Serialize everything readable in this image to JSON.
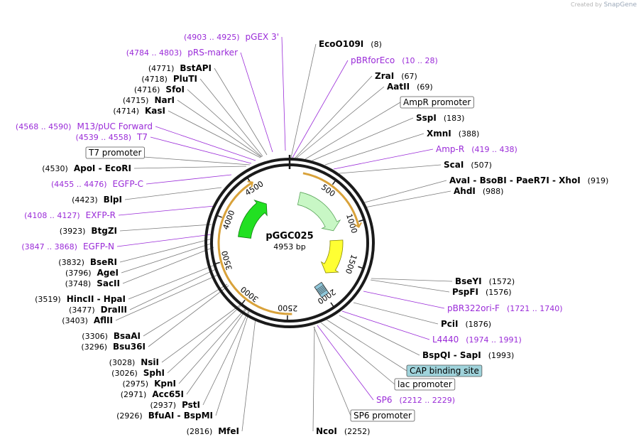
{
  "watermark": {
    "prefix": "Created by",
    "brand": "SnapGene"
  },
  "plasmid": {
    "name": "pGGC025",
    "length": 4953,
    "length_label": "4953 bp"
  },
  "ticks": [
    "500",
    "1000",
    "1500",
    "2000",
    "2500",
    "3000",
    "3500",
    "4000",
    "4500"
  ],
  "features": [
    {
      "name": "AmpR",
      "start": 164,
      "end": 1024,
      "color": "#c8f7c5",
      "stroke": "#5aa55a",
      "direction": "forward"
    },
    {
      "name": "ori",
      "start": 1195,
      "end": 1783,
      "color": "#ffff33",
      "stroke": "#8a8a00",
      "direction": "forward"
    },
    {
      "name": "mEGFP",
      "start": 3810,
      "end": 4530,
      "color": "#22e022",
      "stroke": "#0f7a0f",
      "direction": "forward"
    },
    {
      "name": "lac operator",
      "start": 2005,
      "end": 2022,
      "color": "#8ec6d9",
      "stroke": "#333",
      "direction": "none"
    }
  ],
  "feature_labels": [
    {
      "text": "AmpR promoter",
      "box": true,
      "fill": "#ffffff"
    },
    {
      "text": "T7 promoter",
      "box": true,
      "fill": "#ffffff"
    },
    {
      "text": "CAP binding site",
      "box": true,
      "fill": "#9fd3db"
    },
    {
      "text": "lac promoter",
      "box": true,
      "fill": "#ffffff"
    },
    {
      "text": "SP6 promoter",
      "box": true,
      "fill": "#ffffff"
    }
  ],
  "sites_right": [
    {
      "name": "EcoO109I",
      "pos": "(8)"
    },
    {
      "name": "ZraI",
      "pos": "(67)"
    },
    {
      "name": "AatII",
      "pos": "(69)"
    },
    {
      "name": "SspI",
      "pos": "(183)"
    },
    {
      "name": "XmnI",
      "pos": "(388)"
    },
    {
      "name": "ScaI",
      "pos": "(507)"
    },
    {
      "name": "AvaI - BsoBI - PaeR7I - XhoI",
      "pos": "(919)"
    },
    {
      "name": "AhdI",
      "pos": "(988)"
    },
    {
      "name": "BseYI",
      "pos": "(1572)"
    },
    {
      "name": "PspFI",
      "pos": "(1576)"
    },
    {
      "name": "PciI",
      "pos": "(1876)"
    },
    {
      "name": "BspQI - SapI",
      "pos": "(1993)"
    },
    {
      "name": "NcoI",
      "pos": "(2252)"
    }
  ],
  "sites_left": [
    {
      "name": "BstAPI",
      "pos": "(4771)"
    },
    {
      "name": "PluTI",
      "pos": "(4718)"
    },
    {
      "name": "SfoI",
      "pos": "(4716)"
    },
    {
      "name": "NarI",
      "pos": "(4715)"
    },
    {
      "name": "KasI",
      "pos": "(4714)"
    },
    {
      "name": "ApoI - EcoRI",
      "pos": "(4530)"
    },
    {
      "name": "BlpI",
      "pos": "(4423)"
    },
    {
      "name": "BtgZI",
      "pos": "(3923)"
    },
    {
      "name": "BseRI",
      "pos": "(3832)"
    },
    {
      "name": "AgeI",
      "pos": "(3796)"
    },
    {
      "name": "SacII",
      "pos": "(3748)"
    },
    {
      "name": "HincII - HpaI",
      "pos": "(3519)"
    },
    {
      "name": "DraIII",
      "pos": "(3477)"
    },
    {
      "name": "AflII",
      "pos": "(3403)"
    },
    {
      "name": "BsaAI",
      "pos": "(3306)"
    },
    {
      "name": "Bsu36I",
      "pos": "(3296)"
    },
    {
      "name": "NsiI",
      "pos": "(3028)"
    },
    {
      "name": "SphI",
      "pos": "(3026)"
    },
    {
      "name": "KpnI",
      "pos": "(2975)"
    },
    {
      "name": "Acc65I",
      "pos": "(2971)"
    },
    {
      "name": "PstI",
      "pos": "(2937)"
    },
    {
      "name": "BfuAI - BspMI",
      "pos": "(2926)"
    },
    {
      "name": "MfeI",
      "pos": "(2816)"
    }
  ],
  "primers": [
    {
      "name": "pGEX 3'",
      "range": "(4903 .. 4925)"
    },
    {
      "name": "pRS-marker",
      "range": "(4784 .. 4803)"
    },
    {
      "name": "pBRforEco",
      "range": "(10 .. 28)"
    },
    {
      "name": "Amp-R",
      "range": "(419 .. 438)"
    },
    {
      "name": "M13/pUC Forward",
      "range": "(4568 .. 4590)"
    },
    {
      "name": "T7",
      "range": "(4539 .. 4558)"
    },
    {
      "name": "EGFP-C",
      "range": "(4455 .. 4476)"
    },
    {
      "name": "EXFP-R",
      "range": "(4108 .. 4127)"
    },
    {
      "name": "EGFP-N",
      "range": "(3847 .. 3868)"
    },
    {
      "name": "pBR322ori-F",
      "range": "(1721 .. 1740)"
    },
    {
      "name": "L4440",
      "range": "(1974 .. 1991)"
    },
    {
      "name": "SP6",
      "range": "(2212 .. 2229)"
    }
  ]
}
